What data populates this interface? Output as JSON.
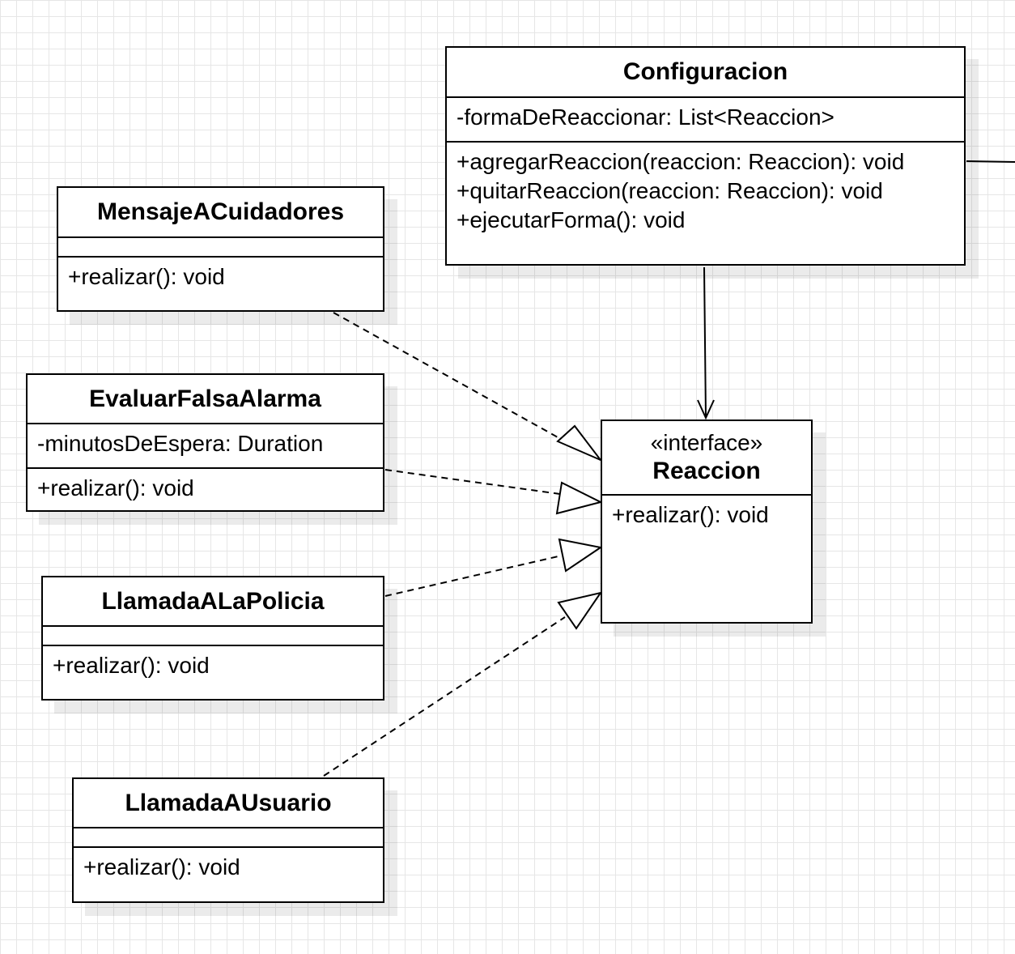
{
  "classes": {
    "configuracion": {
      "name": "Configuracion",
      "attributes": [
        "-formaDeReaccionar: List<Reaccion>"
      ],
      "methods": [
        "+agregarReaccion(reaccion: Reaccion): void",
        "+quitarReaccion(reaccion: Reaccion): void",
        "+ejecutarForma(): void"
      ]
    },
    "mensaje_a_cuidadores": {
      "name": "MensajeACuidadores",
      "attributes": [],
      "methods": [
        "+realizar(): void"
      ]
    },
    "evaluar_falsa_alarma": {
      "name": "EvaluarFalsaAlarma",
      "attributes": [
        "-minutosDeEspera: Duration"
      ],
      "methods": [
        "+realizar(): void"
      ]
    },
    "llamada_a_la_policia": {
      "name": "LlamadaALaPolicia",
      "attributes": [],
      "methods": [
        "+realizar(): void"
      ]
    },
    "llamada_a_usuario": {
      "name": "LlamadaAUsuario",
      "attributes": [],
      "methods": [
        "+realizar(): void"
      ]
    },
    "reaccion": {
      "stereotype": "«interface»",
      "name": "Reaccion",
      "methods": [
        "+realizar(): void"
      ]
    }
  },
  "relations": [
    {
      "from": "configuracion",
      "to": "reaccion",
      "type": "association"
    },
    {
      "from": "mensaje_a_cuidadores",
      "to": "reaccion",
      "type": "realization"
    },
    {
      "from": "evaluar_falsa_alarma",
      "to": "reaccion",
      "type": "realization"
    },
    {
      "from": "llamada_a_la_policia",
      "to": "reaccion",
      "type": "realization"
    },
    {
      "from": "llamada_a_usuario",
      "to": "reaccion",
      "type": "realization"
    }
  ],
  "colors": {
    "grid": "#e6e6e6",
    "stroke": "#000000",
    "shadow": "#ebebeb"
  }
}
